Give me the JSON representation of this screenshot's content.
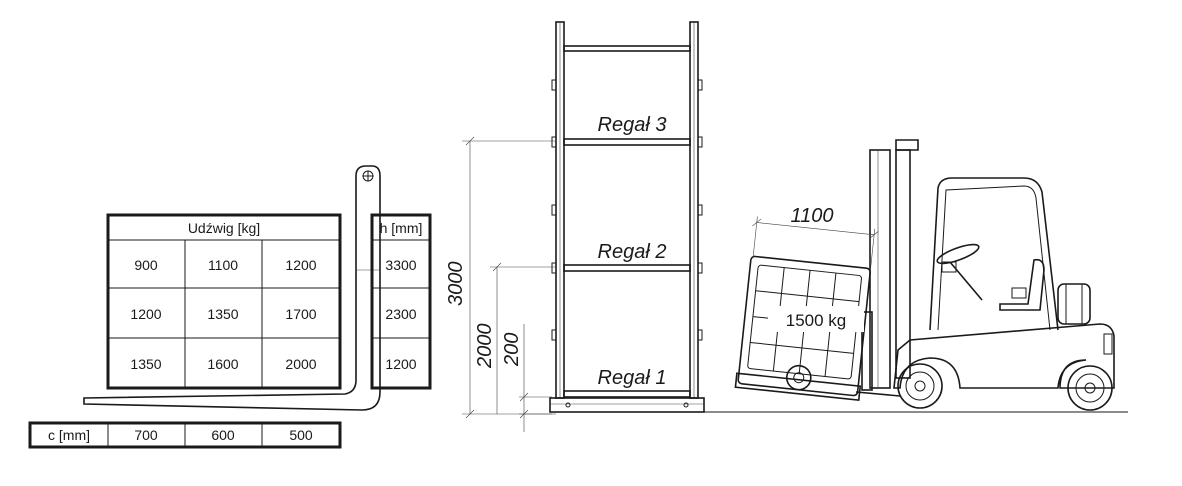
{
  "capacity_table": {
    "header": "Udźwig [kg]",
    "rows": [
      [
        "900",
        "1100",
        "1200"
      ],
      [
        "1200",
        "1350",
        "1700"
      ],
      [
        "1350",
        "1600",
        "2000"
      ]
    ]
  },
  "height_table": {
    "header": "h [mm]",
    "values": [
      "3300",
      "2300",
      "1200"
    ]
  },
  "center_table": {
    "header": "c [mm]",
    "values": [
      "700",
      "600",
      "500"
    ]
  },
  "rack": {
    "shelves": [
      "Regał 3",
      "Regał 2",
      "Regał 1"
    ]
  },
  "dimensions": {
    "d3000": "3000",
    "d2000": "2000",
    "d200": "200",
    "d1100": "1100"
  },
  "load": {
    "label": "1500 kg"
  }
}
